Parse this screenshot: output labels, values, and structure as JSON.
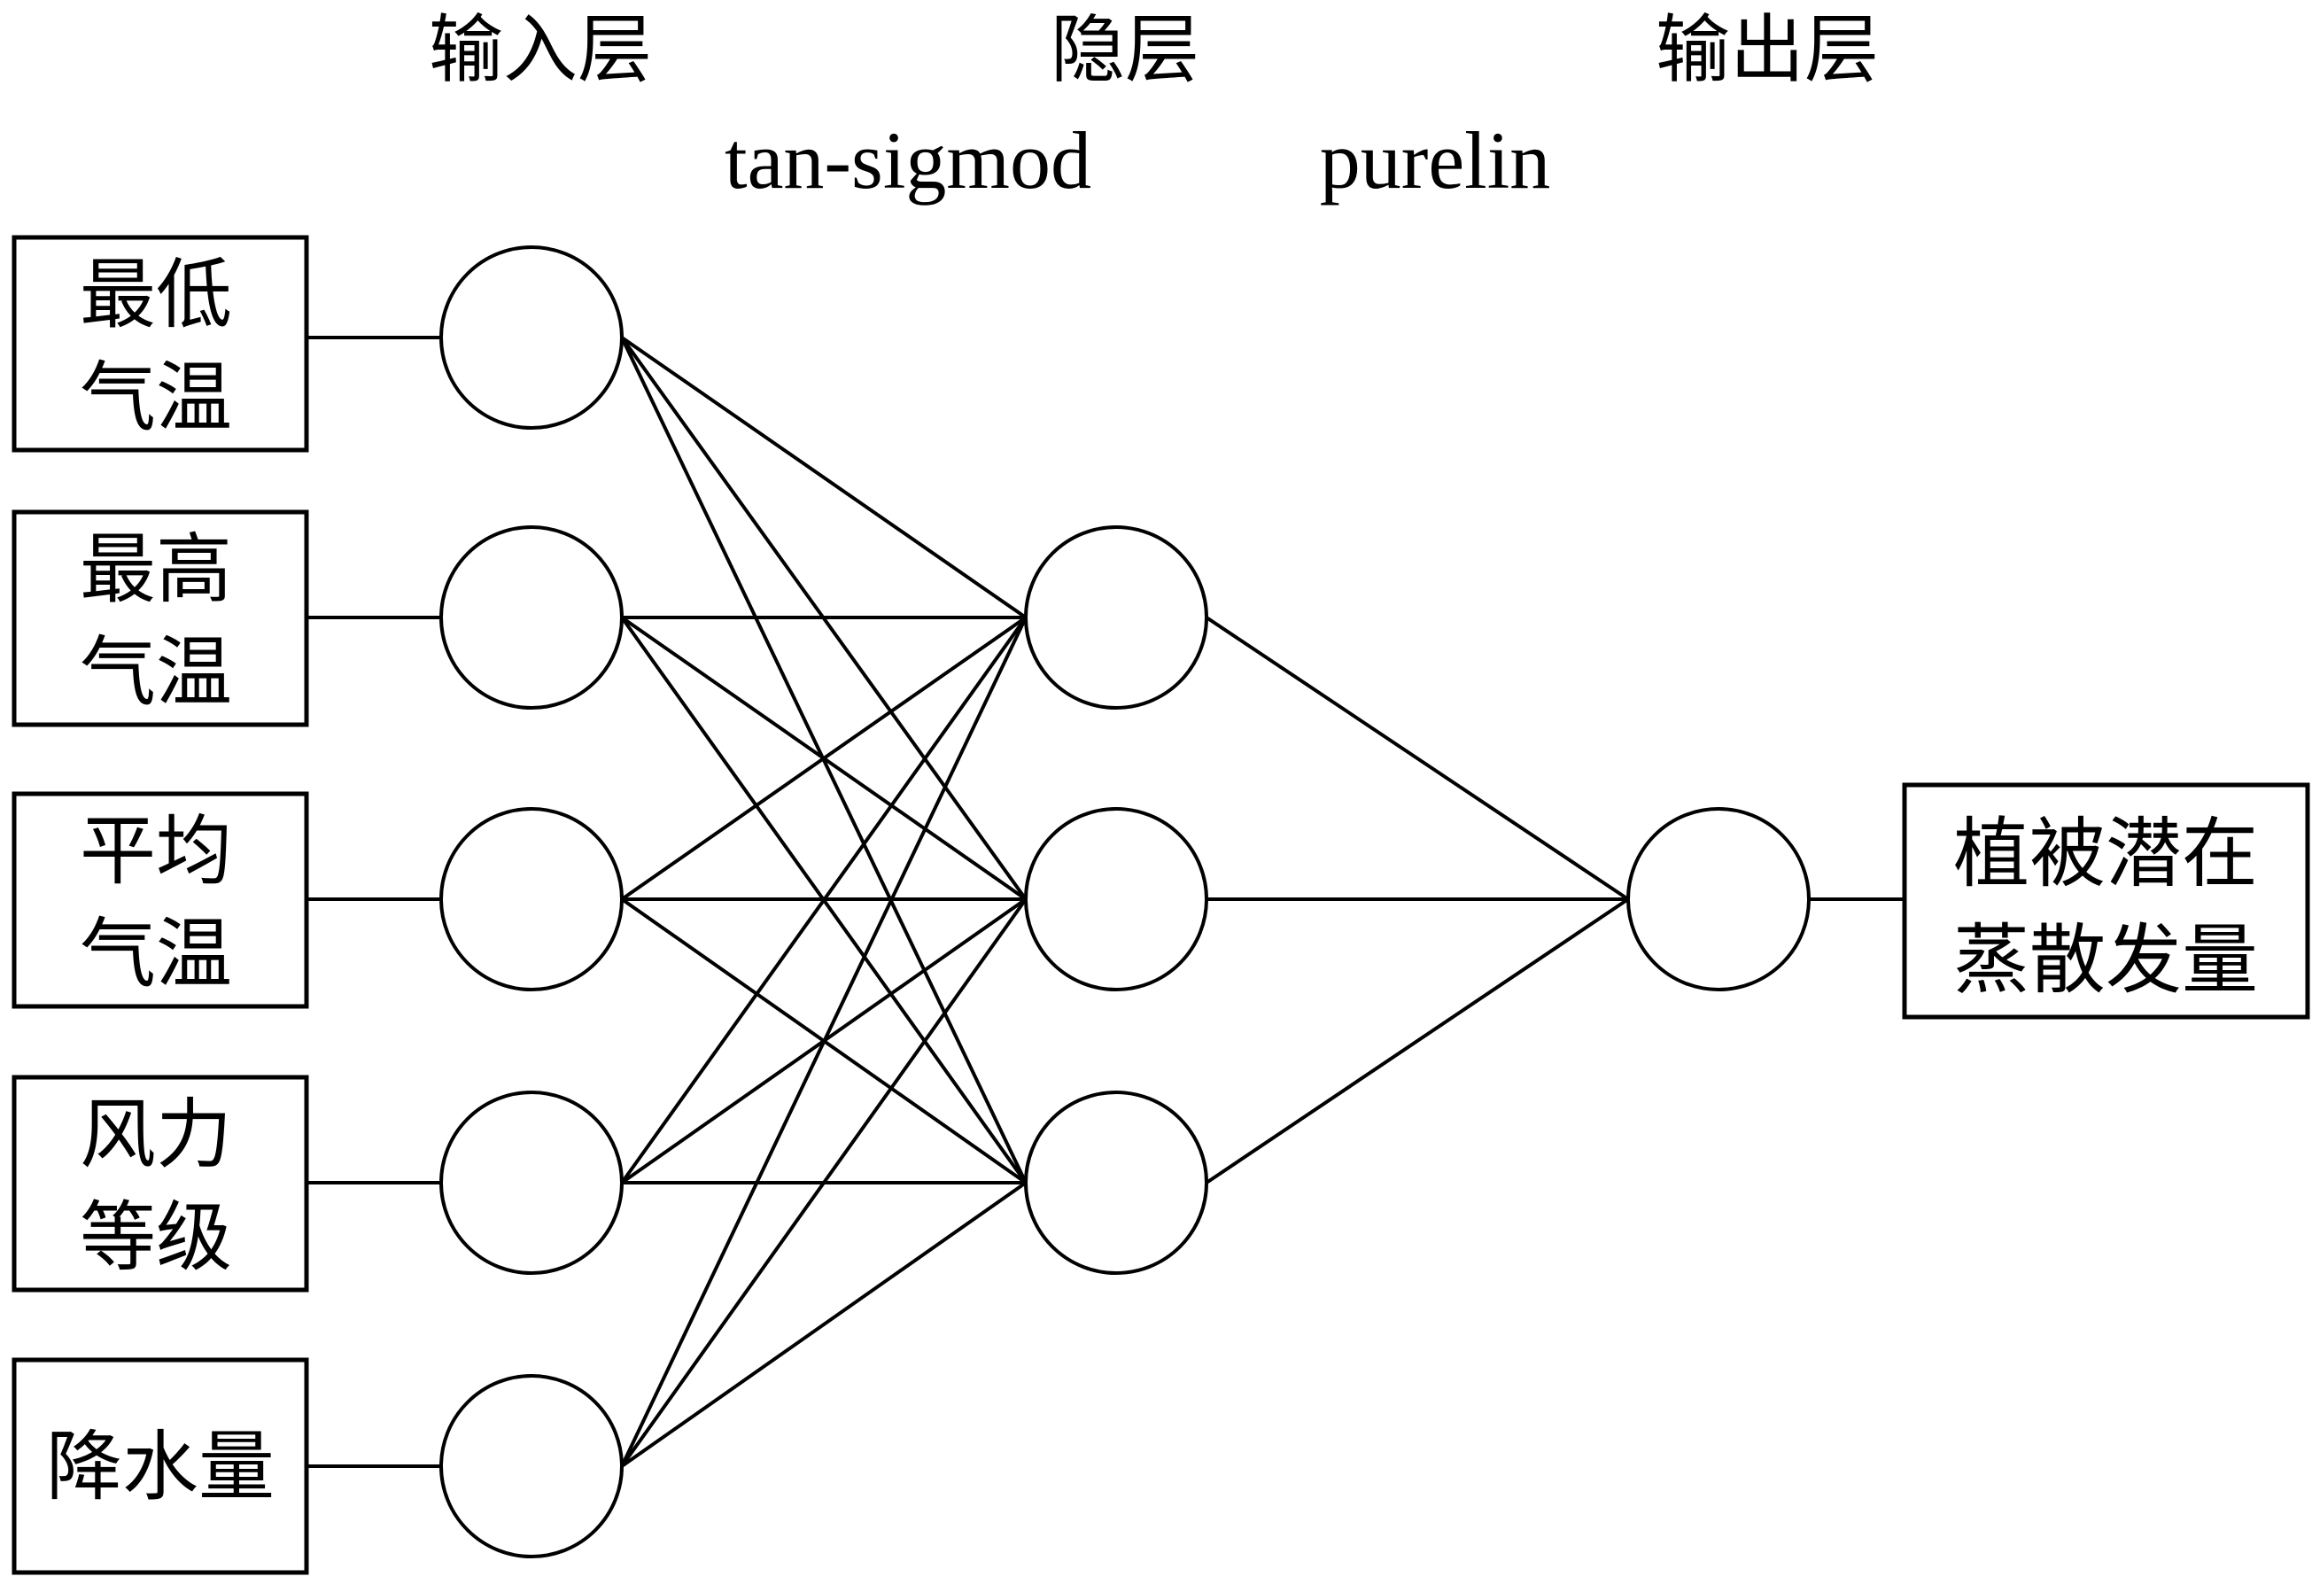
{
  "layers": {
    "input_title": "输入层",
    "hidden_title": "隐层",
    "output_title": "输出层",
    "hidden_function": "tan-sigmod",
    "output_function": "purelin"
  },
  "inputs": [
    {
      "lines": [
        "最低",
        "气温"
      ]
    },
    {
      "lines": [
        "最高",
        "气温"
      ]
    },
    {
      "lines": [
        "平均",
        "气温"
      ]
    },
    {
      "lines": [
        "风力",
        "等级"
      ]
    },
    {
      "lines": [
        "降水量"
      ]
    }
  ],
  "output": {
    "lines": [
      "植被潜在",
      "蒸散发量"
    ]
  },
  "network": {
    "input_nodes": 5,
    "hidden_nodes": 3,
    "output_nodes": 1
  }
}
